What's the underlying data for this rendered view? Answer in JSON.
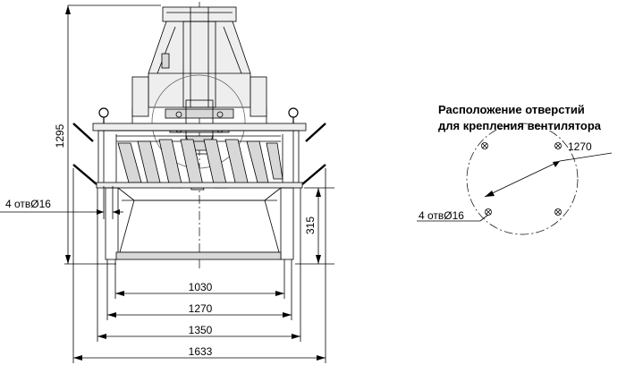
{
  "front_view": {
    "dimensions": {
      "total_height": "1295",
      "base_height": "315",
      "width_1030": "1030",
      "width_1270": "1270",
      "width_1350": "1350",
      "width_1633": "1633",
      "holes": "4 отвØ16"
    }
  },
  "hole_layout": {
    "title_line1": "Расположение отверстий",
    "title_line2": "для крепления вентилятора",
    "diameter": "1270",
    "holes": "4 отвØ16"
  }
}
